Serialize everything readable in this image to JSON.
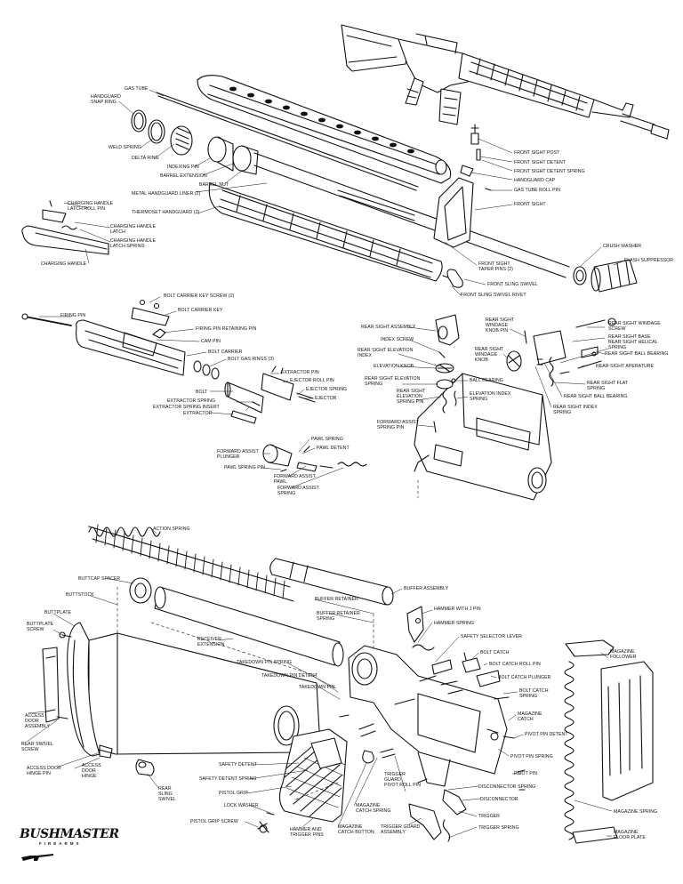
{
  "brand": {
    "logo_text": "BUSHMASTER",
    "logo_sub": "FIREARMS"
  },
  "labels": {
    "gas_tube": "GAS TUBE",
    "handguard_snap_ring": "HANDGUARD\nSNAP RING",
    "weld_spring": "WELD SPRING",
    "delta_ring": "DELTA RING",
    "indexing_pin": "INDEXING PIN",
    "barrel_extension": "BARREL EXTENSION",
    "barrel_nut": "BARREL NUT",
    "metal_handguard_liner": "METAL HANDGUARD LINER (2)",
    "thermoset_handguard": "THERMOSET HANDGUARD (2)",
    "charging_handle_latch_roll_pin": "CHARGING HANDLE\nLATCH ROLL PIN",
    "charging_handle_latch": "CHARGING HANDLE\nLATCH",
    "charging_handle_latch_spring": "CHARGING HANDLE\nLATCH SPRING",
    "charging_handle": "CHARGING HANDLE",
    "front_sight_post": "FRONT SIGHT POST",
    "front_sight_detent": "FRONT SIGHT DETENT",
    "front_sight_detent_spring": "FRONT SIGHT DETENT SPRING",
    "handguard_cap": "HANDGUARD CAP",
    "gas_tube_roll_pin": "GAS TUBE ROLL PIN",
    "front_sight": "FRONT SIGHT",
    "crush_washer": "CRUSH WASHER",
    "flash_suppressor": "FLASH SUPPRESSOR",
    "front_sight_taper_pins": "FRONT SIGHT\nTAPER PINS (2)",
    "front_sling_swivel": "FRONT SLING SWIVEL",
    "front_sling_swivel_rivet": "FRONT SLING SWIVEL RIVET",
    "bolt_carrier_key_screw": "BOLT CARRIER KEY SCREW (2)",
    "bolt_carrier_key": "BOLT CARRIER KEY",
    "firing_pin": "FIRING PIN",
    "firing_pin_retaining_pin": "FIRING PIN RETAINING PIN",
    "cam_pin": "CAM PIN",
    "bolt_carrier": "BOLT CARRIER",
    "bolt_gas_rings": "BOLT GAS RINGS (3)",
    "extractor_pin": "EXTRACTOR PIN",
    "ejector_roll_pin": "EJECTOR ROLL PIN",
    "ejector_spring": "EJECTOR SPRING",
    "bolt": "BOLT",
    "ejector": "EJECTOR",
    "extractor_spring": "EXTRACTOR SPRING",
    "extractor_spring_insert": "EXTRACTOR SPRING INSERT",
    "extractor": "EXTRACTOR",
    "rear_sight_assembly": "REAR SIGHT ASSEMBLY",
    "index_screw": "INDEX SCREW",
    "rear_sight_elevation_index": "REAR SIGHT ELEVATION\nINDEX",
    "elevation_knob": "ELEVATION KNOB",
    "rear_sight_elevation_spring": "REAR SIGHT ELEVATION\nSPRING",
    "rear_sight_elevation_spring_pin": "REAR SIGHT\nELEVATION\nSPRING PIN",
    "ball_bearing": "BALL BEARING",
    "elevation_index_spring": "ELEVATION INDEX\nSPRING",
    "forward_assist_spring_pin": "FORWARD ASSIST\nSPRING PIN",
    "rear_sight_windage_knob_pin": "REAR SIGHT\nWINDAGE\nKNOB PIN",
    "rear_sight_windage_knob": "REAR SIGHT\nWINDAGE\nKNOB",
    "rear_sight_windage_screw": "REAR SIGHT WINDAGE\nSCREW",
    "rear_sight_base": "REAR SIGHT BASE",
    "rear_sight_helical_spring": "REAR SIGHT HELICAL\nSPRING",
    "rear_sight_ball_bearing_right": "REAR SIGHT BALL BEARING",
    "rear_sight_aperature": "REAR SIGHT APERATURE",
    "rear_sight_flat_spring": "REAR SIGHT FLAT\nSPRING",
    "rear_sight_ball_bearing": "REAR SIGHT BALL BEARING",
    "rear_sight_index": "REAR SIGHT INDEX\nSPRING",
    "pawl_spring": "PAWL SPRING",
    "pawl_detent": "PAWL DETENT",
    "forward_assist_plunger": "FORWARD ASSIST\nPLUNGER",
    "pawl_spring_pin": "PAWL SPRING PIN",
    "forward_assist_pawl": "FORWARD ASSIST\nPAWL",
    "forward_assist_spring": "FORWARD ASSIST\nSPRING",
    "action_spring": "ACTION SPRING",
    "buttcap_spacer": "BUTTCAP SPACER",
    "buffer_assembly": "BUFFER ASSEMBLY",
    "buttstock": "BUTTSTOCK",
    "buffer_retainer": "BUFFER RETAINER",
    "buffer_retainer_spring": "BUFFER RETAINER\nSPRING",
    "buttplate": "BUTTPLATE",
    "buttplate_screw": "BUTTPLATE\nSCREW",
    "receiver_extension": "RECEIVER\nEXTENSION",
    "hammer_with_j_pin": "HAMMER WITH J PIN",
    "hammer_spring": "HAMMER SPRING",
    "safety_selector_lever": "SAFETY SELECTOR LEVER",
    "takedown_pin_spring": "TAKEDOWN PIN SPRING",
    "takedown_pin_detent": "TAKEDOWN PIN DETENT",
    "takedown_pin": "TAKEDOWN PIN",
    "bolt_catch": "BOLT CATCH",
    "bolt_catch_roll_pin": "BOLT CATCH ROLL PIN",
    "bolt_catch_plunger": "BOLT CATCH PLUNGER",
    "bolt_catch_spring": "BOLT CATCH\nSPRING",
    "magazine_catch": "MAGAZINE\nCATCH",
    "access_door_assembly": "ACCESS\nDOOR\nASSEMBLY",
    "rear_swivel_screw": "REAR SWIVEL\nSCREW",
    "access_door_hinge_pin": "ACCESS DOOR\nHINGE PIN",
    "access_door_hinge": "ACCESS\nDOOR\nHINGE",
    "rear_sling_swivel": "REAR\nSLING\nSWIVEL",
    "safety_detent": "SAFETY DETENT",
    "safety_detent_spring": "SAFETY DETENT SPRING",
    "pistol_grip": "PISTOL GRIP",
    "lock_washer": "LOCK WASHER",
    "pistol_grip_screw": "PISTOL GRIP SCREW",
    "hammer_and_trigger_pins": "HAMMER AND\nTRIGGER PINS",
    "magazine_catch_button": "MAGAZINE\nCATCH BUTTON",
    "magazine_catch_spring": "MAGAZINE\nCATCH SPRING",
    "trigger_guard_pivot_roll_pin": "TRIGGER\nGUARD\nPIVOT ROLL PIN",
    "trigger_guard_assembly": "TRIGGER GUARD\nASSEMBLY",
    "pivot_pin_detent": "PIVOT PIN DETENT",
    "pivot_pin_spring": "PIVOT PIN SPRING",
    "pivot_pin": "PIVOT PIN",
    "disconnector_spring": "DISCONNECTOR SPRING",
    "disconnector": "DISCONNECTOR",
    "trigger": "TRIGGER",
    "trigger_spring": "TRIGGER SPRING",
    "magazine_follower": "MAGAZINE\nFOLLOWER",
    "magazine_spring": "MAGAZINE SPRING",
    "magazine_floor_plate": "MAGAZINE\nFLOOR PLATE"
  }
}
